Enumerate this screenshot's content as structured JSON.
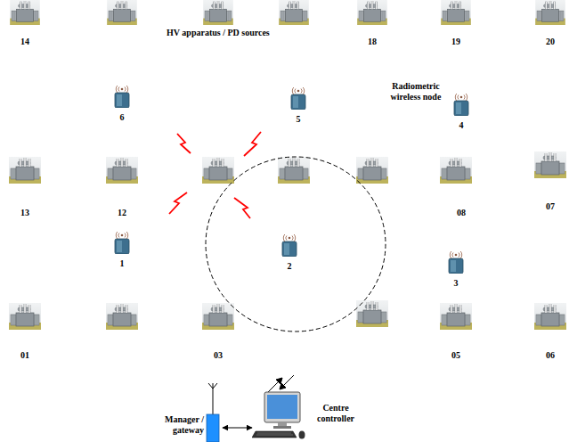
{
  "diagram": {
    "nodes": [
      {
        "text": [
          "6"
        ]
      },
      {
        "text": [
          "5"
        ]
      },
      {
        "text": [
          "4"
        ]
      },
      {
        "text": [
          "1"
        ]
      },
      {
        "text": [
          "2"
        ]
      },
      {
        "text": [
          "3"
        ]
      },
      {
        "text": [
          "Manager / gateway"
        ]
      },
      {
        "text": [
          "Centre controller"
        ]
      }
    ],
    "edges": [
      {
        "from": 6,
        "to": 7,
        "arrow": "both"
      }
    ],
    "labels": [
      "14",
      "HV apparatus / PD sources",
      "18",
      "19",
      "20",
      "Radiometric wireless node",
      "13",
      "12",
      "08",
      "07",
      "01",
      "03",
      "05",
      "06"
    ]
  }
}
